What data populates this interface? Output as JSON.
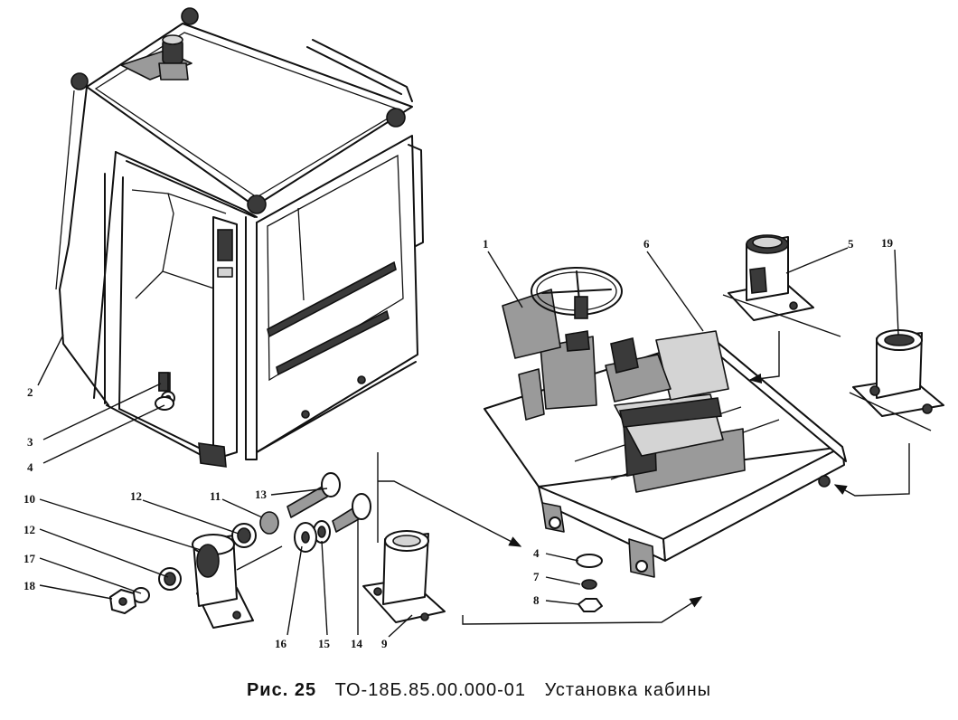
{
  "caption": {
    "figure": "Рис. 25",
    "code": "ТО-18Б.85.00.000-01",
    "title": "Установка кабины"
  },
  "callouts": [
    "1",
    "2",
    "3",
    "4",
    "5",
    "6",
    "19",
    "10",
    "11",
    "12",
    "13",
    "17",
    "18",
    "12",
    "16",
    "15",
    "14",
    "9",
    "4",
    "7",
    "8"
  ]
}
